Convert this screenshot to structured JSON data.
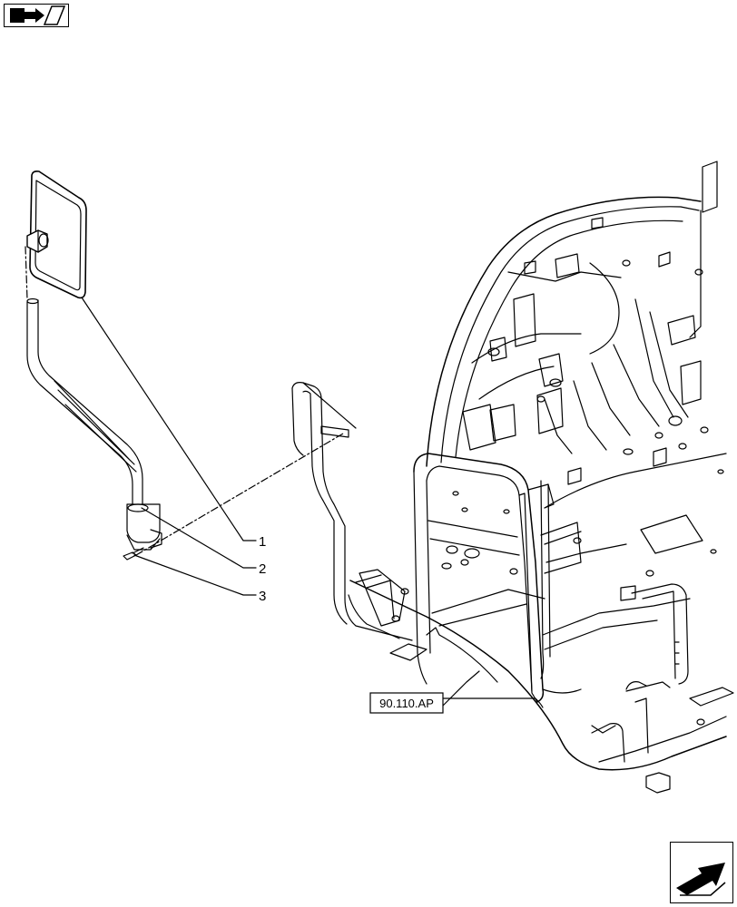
{
  "callouts": [
    {
      "label": "1"
    },
    {
      "label": "2"
    },
    {
      "label": "3"
    }
  ],
  "reference": {
    "label": "90.110.AP"
  },
  "icons": {
    "top": "previous-page-arrow-icon",
    "bottom": "next-page-arrow-icon"
  }
}
